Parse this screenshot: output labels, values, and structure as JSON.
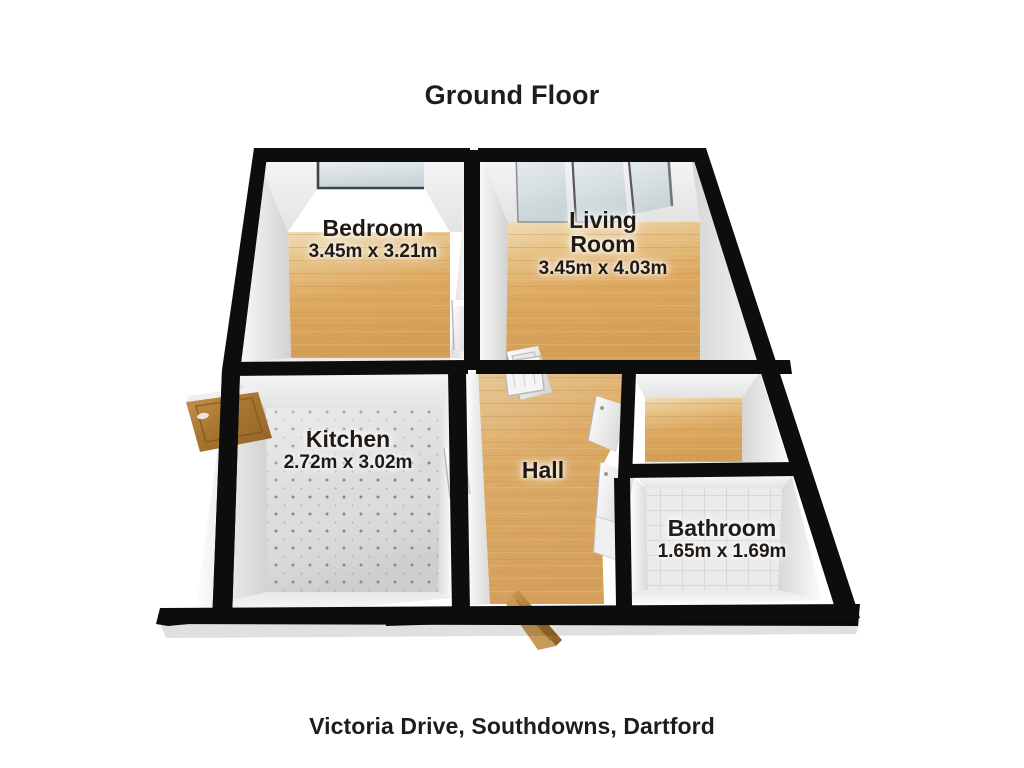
{
  "title": "Ground Floor",
  "address": "Victoria Drive, Southdowns, Dartford",
  "rooms": [
    {
      "name": "Bedroom",
      "dimensions": "3.45m x 3.21m",
      "floor": "wood"
    },
    {
      "name": "Living\nRoom",
      "dimensions": "3.45m x 4.03m",
      "floor": "wood"
    },
    {
      "name": "Kitchen",
      "dimensions": "2.72m x 3.02m",
      "floor": "tile-dotted"
    },
    {
      "name": "Hall",
      "dimensions": "",
      "floor": "wood"
    },
    {
      "name": "Bathroom",
      "dimensions": "1.65m x 1.69m",
      "floor": "tile-light"
    }
  ],
  "colors": {
    "background": "#ffffff",
    "wall_outline": "#0d0d0d",
    "wall_face": "#f2f2f2",
    "wall_shade": "#d8d8d8",
    "wood_floor": "#dda85f",
    "wood_floor_light": "#e8c48c",
    "tile_floor": "#d7d7d7",
    "bath_tile": "#e2e2e2",
    "glass": "#dfe6e8",
    "door_wood": "#b5803c",
    "text": "#1d1d1d"
  },
  "features": {
    "windows": [
      "bedroom-window",
      "living-room-window-left",
      "living-room-window-mid",
      "living-room-window-right"
    ],
    "doors": [
      "kitchen-back-door",
      "hall-front-door",
      "bedroom-door",
      "living-room-door",
      "kitchen-hall-door",
      "bathroom-door",
      "rear-room-door"
    ]
  }
}
